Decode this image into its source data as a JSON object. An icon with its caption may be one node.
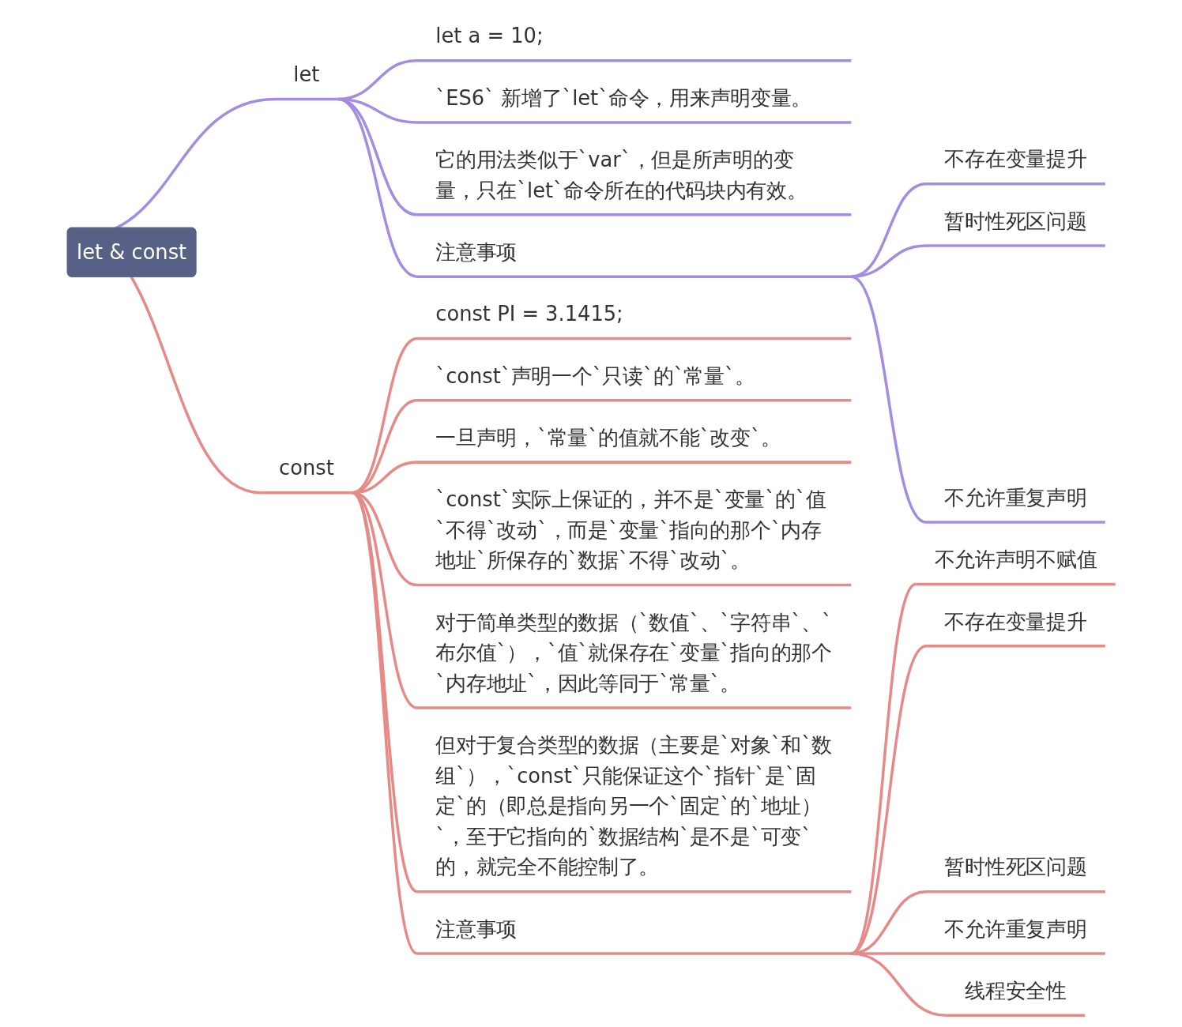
{
  "diagram": {
    "nodes": [
      {
        "text": [
          "let & const"
        ]
      },
      {
        "text": [
          "let"
        ]
      },
      {
        "text": [
          "let a = 10;"
        ]
      },
      {
        "text": [
          "`ES6` 新增了`let`命令，用来声明变量。"
        ]
      },
      {
        "text": [
          "它的用法类似于`var`，但是所声明的变量，只在`let`命令所在的代码块内有效。"
        ]
      },
      {
        "text": [
          "注意事项"
        ]
      },
      {
        "text": [
          "不存在变量提升"
        ]
      },
      {
        "text": [
          "暂时性死区问题"
        ]
      },
      {
        "text": [
          "不允许重复声明"
        ]
      },
      {
        "text": [
          "const"
        ]
      },
      {
        "text": [
          "const PI = 3.1415;"
        ]
      },
      {
        "text": [
          "`const`声明一个`只读`的`常量`。"
        ]
      },
      {
        "text": [
          "一旦声明，`常量`的值就不能`改变`。"
        ]
      },
      {
        "text": [
          "`const`实际上保证的，并不是`变量`的`值`不得`改动`，而是`变量`指向的那个`内存地址`所保存的`数据`不得`改动`。"
        ]
      },
      {
        "text": [
          "对于简单类型的数据（`数值`、`字符串`、`布尔值`），`值`就保存在`变量`指向的那个`内存地址`，因此等同于`常量`。"
        ]
      },
      {
        "text": [
          "但对于复合类型的数据（主要是`对象`和`数组`），`const`只能保证这个`指针`是`固定`的（即总是指向另一个`固定`的`地址）`，至于它指向的`数据结构`是不是`可变`的，就完全不能控制了。"
        ]
      },
      {
        "text": [
          "注意事项"
        ]
      },
      {
        "text": [
          "不允许声明不赋值"
        ]
      },
      {
        "text": [
          "不存在变量提升"
        ]
      },
      {
        "text": [
          "暂时性死区问题"
        ]
      },
      {
        "text": [
          "不允许重复声明"
        ]
      },
      {
        "text": [
          "线程安全性"
        ]
      }
    ],
    "edges": [
      {
        "from": 0,
        "to": 1,
        "arrow": "none",
        "color": "#a48ce0"
      },
      {
        "from": 1,
        "to": 2,
        "arrow": "none",
        "color": "#a48ce0"
      },
      {
        "from": 1,
        "to": 3,
        "arrow": "none",
        "color": "#a48ce0"
      },
      {
        "from": 1,
        "to": 4,
        "arrow": "none",
        "color": "#a48ce0"
      },
      {
        "from": 1,
        "to": 5,
        "arrow": "none",
        "color": "#a48ce0"
      },
      {
        "from": 5,
        "to": 6,
        "arrow": "none",
        "color": "#a48ce0"
      },
      {
        "from": 5,
        "to": 7,
        "arrow": "none",
        "color": "#a48ce0"
      },
      {
        "from": 5,
        "to": 8,
        "arrow": "none",
        "color": "#a48ce0"
      },
      {
        "from": 0,
        "to": 9,
        "arrow": "none"
      },
      {
        "from": 9,
        "to": 10,
        "arrow": "none"
      },
      {
        "from": 9,
        "to": 11,
        "arrow": "none"
      },
      {
        "from": 9,
        "to": 12,
        "arrow": "none"
      },
      {
        "from": 9,
        "to": 13,
        "arrow": "none"
      },
      {
        "from": 9,
        "to": 14,
        "arrow": "none"
      },
      {
        "from": 9,
        "to": 15,
        "arrow": "none"
      },
      {
        "from": 9,
        "to": 16,
        "arrow": "none"
      },
      {
        "from": 16,
        "to": 17,
        "arrow": "none"
      },
      {
        "from": 16,
        "to": 18,
        "arrow": "none"
      },
      {
        "from": 16,
        "to": 19,
        "arrow": "none"
      },
      {
        "from": 16,
        "to": 20,
        "arrow": "none"
      },
      {
        "from": 16,
        "to": 21,
        "arrow": "none"
      }
    ]
  }
}
